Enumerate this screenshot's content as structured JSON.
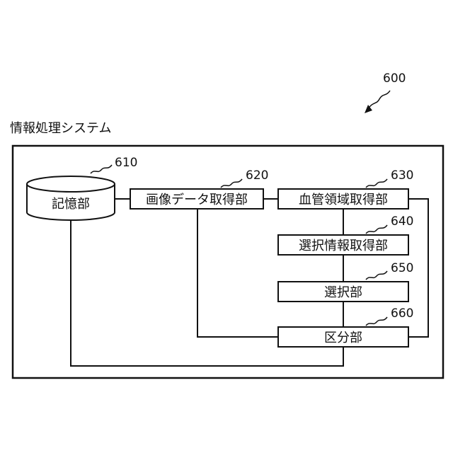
{
  "figure_ref": "600",
  "system": {
    "title": "情報処理システム"
  },
  "components": {
    "storage": {
      "label": "記憶部",
      "ref": "610"
    },
    "image_acquisition": {
      "label": "画像データ取得部",
      "ref": "620"
    },
    "vessel_region_acquisition": {
      "label": "血管領域取得部",
      "ref": "630"
    },
    "selection_info_acquisition": {
      "label": "選択情報取得部",
      "ref": "640"
    },
    "selection": {
      "label": "選択部",
      "ref": "650"
    },
    "classification": {
      "label": "区分部",
      "ref": "660"
    }
  }
}
